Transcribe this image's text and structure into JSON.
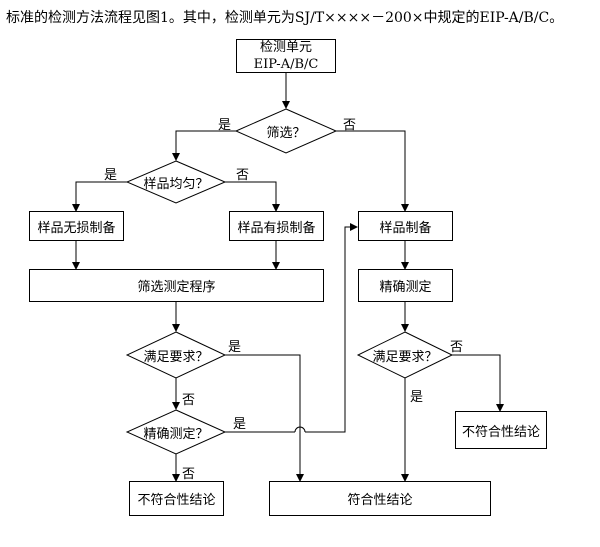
{
  "header": "标准的检测方法流程见图1。其中，检测单元为SJ/T××××－200×中规定的EIP-A/B/C。",
  "nodes": {
    "start_line1": "检测单元",
    "start_line2": "EIP-A/B/C",
    "screen": "筛选？",
    "uniform": "样品均匀？",
    "nondestructive_prep": "样品无损制备",
    "destructive_prep": "样品有损制备",
    "screen_procedure": "筛选测定程序",
    "sample_prep": "样品制备",
    "precise_measure": "精确测定",
    "meets_req_left": "满足要求？",
    "precise_q": "精确测定？",
    "meets_req_right": "满足要求？",
    "nonconform_left": "不符合性结论",
    "conform": "符合性结论",
    "nonconform_right": "不符合性结论"
  },
  "labels": {
    "screen_yes": "是",
    "screen_no": "否",
    "uniform_yes": "是",
    "uniform_no": "否",
    "meets_left_yes": "是",
    "meets_left_no": "否",
    "precise_yes": "是",
    "precise_no": "否",
    "meets_right_no": "否",
    "meets_right_yes": "是"
  }
}
